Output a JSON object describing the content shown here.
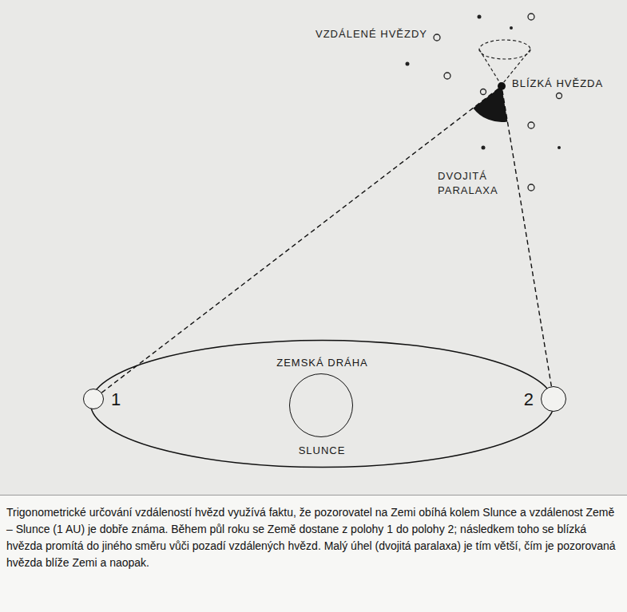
{
  "diagram": {
    "caption": "Trigonometrické určování vzdáleností hvězd využívá faktu, že pozorovatel na Zemi obíhá kolem Slunce a vzdálenost Země – Slunce (1 AU) je dobře známa. Během půl roku se Země dostane z polohy 1 do polohy 2; následkem toho se blízká hvězda promítá do jiného směru vůči pozadí vzdálených hvězd. Malý úhel (dvojitá paralaxa) je tím větší, čím je pozorovaná hvězda blíže Zemi a naopak.",
    "nodes": [
      {
        "text": [
          "ZEMSKÁ DRÁHA"
        ]
      },
      {
        "text": [
          "SLUNCE"
        ],
        "in": 0
      },
      {
        "text": [
          "1"
        ]
      },
      {
        "text": [
          "2"
        ]
      },
      {
        "text": [
          "BLÍZKÁ HVĚZDA"
        ]
      }
    ],
    "edges": [
      {
        "from": 2,
        "to": 4,
        "arrow": "none"
      },
      {
        "from": 3,
        "to": 4,
        "arrow": "none"
      }
    ],
    "labels": [
      "VZDÁLENÉ HVĚZDY",
      "DVOJITÁ PARALAXA"
    ]
  }
}
